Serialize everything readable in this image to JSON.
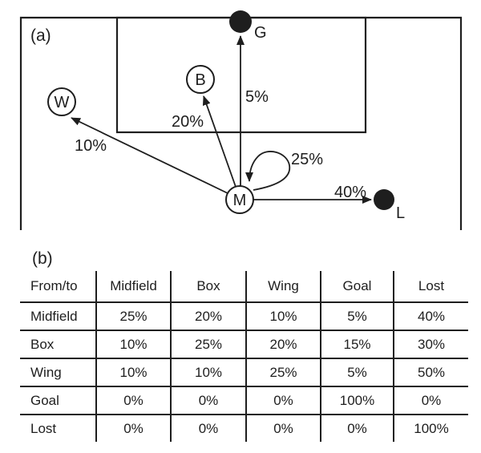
{
  "panel_a": {
    "label": "(a)",
    "nodes": {
      "midfield": "M",
      "box": "B",
      "wing": "W",
      "goal": "G",
      "lost": "L"
    },
    "edges": {
      "midfield_to_goal": "5%",
      "midfield_to_box": "20%",
      "midfield_to_wing": "10%",
      "midfield_self": "25%",
      "midfield_to_lost": "40%"
    }
  },
  "panel_b": {
    "label": "(b)",
    "table": {
      "headers": [
        "From/to",
        "Midfield",
        "Box",
        "Wing",
        "Goal",
        "Lost"
      ],
      "rows": [
        {
          "label": "Midfield",
          "cells": [
            "25%",
            "20%",
            "10%",
            "5%",
            "40%"
          ]
        },
        {
          "label": "Box",
          "cells": [
            "10%",
            "25%",
            "20%",
            "15%",
            "30%"
          ]
        },
        {
          "label": "Wing",
          "cells": [
            "10%",
            "10%",
            "25%",
            "5%",
            "50%"
          ]
        },
        {
          "label": "Goal",
          "cells": [
            "0%",
            "0%",
            "0%",
            "100%",
            "0%"
          ]
        },
        {
          "label": "Lost",
          "cells": [
            "0%",
            "0%",
            "0%",
            "0%",
            "100%"
          ]
        }
      ]
    }
  },
  "colors": {
    "ink": "#1e1e1e",
    "background": "#ffffff"
  }
}
